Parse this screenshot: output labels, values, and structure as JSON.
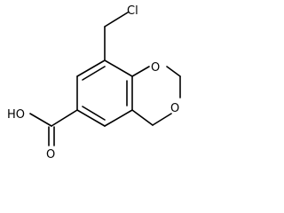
{
  "molecule": {
    "atoms": {
      "chlorine": "Cl",
      "ring_oxygen_upper": "O",
      "ring_oxygen_lower": "O",
      "carboxyl_hydroxyl": "HO",
      "carbonyl_oxygen": "O"
    }
  },
  "colors": {
    "bond": "#000000",
    "background": "#ffffff"
  }
}
